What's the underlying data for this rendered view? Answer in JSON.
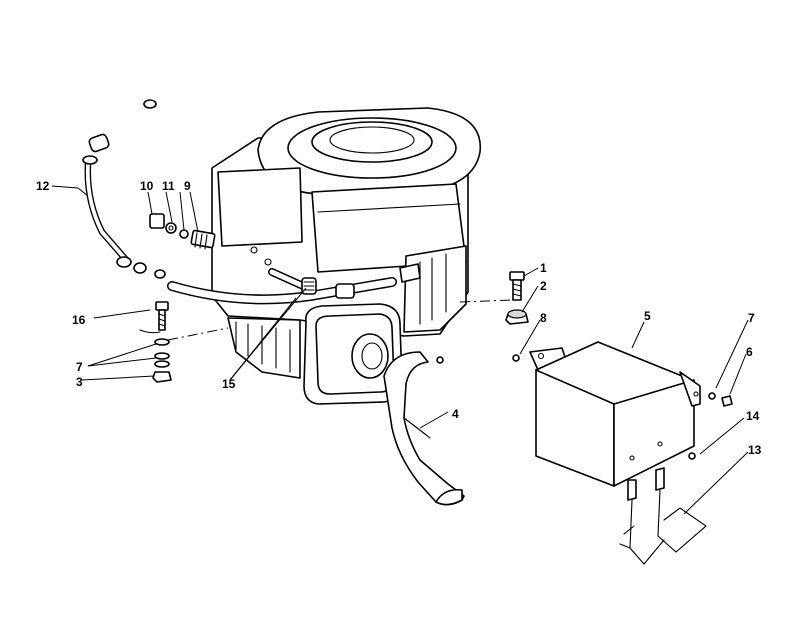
{
  "labels": {
    "p1": "1",
    "p2": "2",
    "p3": "3",
    "p4": "4",
    "p5": "5",
    "p6": "6",
    "p7a": "7",
    "p7b": "7",
    "p8": "8",
    "p9": "9",
    "p10": "10",
    "p11": "11",
    "p12": "12",
    "p13": "13",
    "p14": "14",
    "p15": "15",
    "p16": "16"
  }
}
